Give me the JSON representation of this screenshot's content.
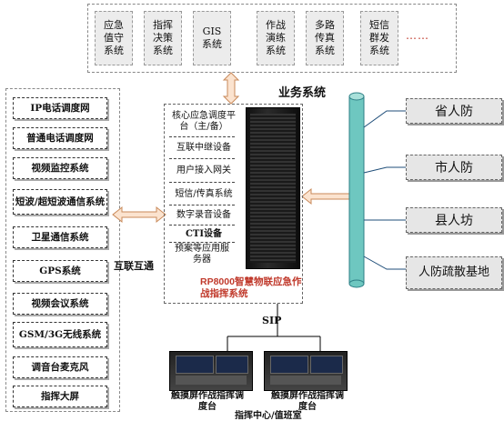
{
  "top_systems": [
    "应急值守系统",
    "指挥决策系统",
    "GIS系统",
    "作战演练系统",
    "多路传真系统",
    "短信群发系统"
  ],
  "top_more": "……",
  "business_label": "业务系统",
  "left_systems": [
    "IP电话调度网",
    "普通电话调度网",
    "视频监控系统",
    "短波/超短波通信系统",
    "卫星通信系统",
    "GPS系统",
    "视频会议系统",
    "GSM/3G无线系统",
    "调音台麦克风",
    "指挥大屏"
  ],
  "interconnect_label": "互联互通",
  "center_modules": [
    "核心应急调度平台（主/备）",
    "互联中继设备",
    "用户接入网关",
    "短信/传真系统",
    "数字录音设备",
    "CTI设备",
    "预案等应用服务器"
  ],
  "product_name": "RP8000智慧物联应急作战指挥系统",
  "sip_label": "SIP",
  "consoles": [
    "触摸屏作战指挥调度台",
    "触摸屏作战指挥调度台"
  ],
  "command_center_label": "指挥中心/值班室",
  "right_levels": [
    "省人防",
    "市人防",
    "县人坊",
    "人防疏散基地"
  ],
  "colors": {
    "product_name": "#c0392b",
    "bus": "#6ec7c0",
    "arrow_fill": "#fbe3cf",
    "arrow_stroke": "#c98a5a"
  }
}
